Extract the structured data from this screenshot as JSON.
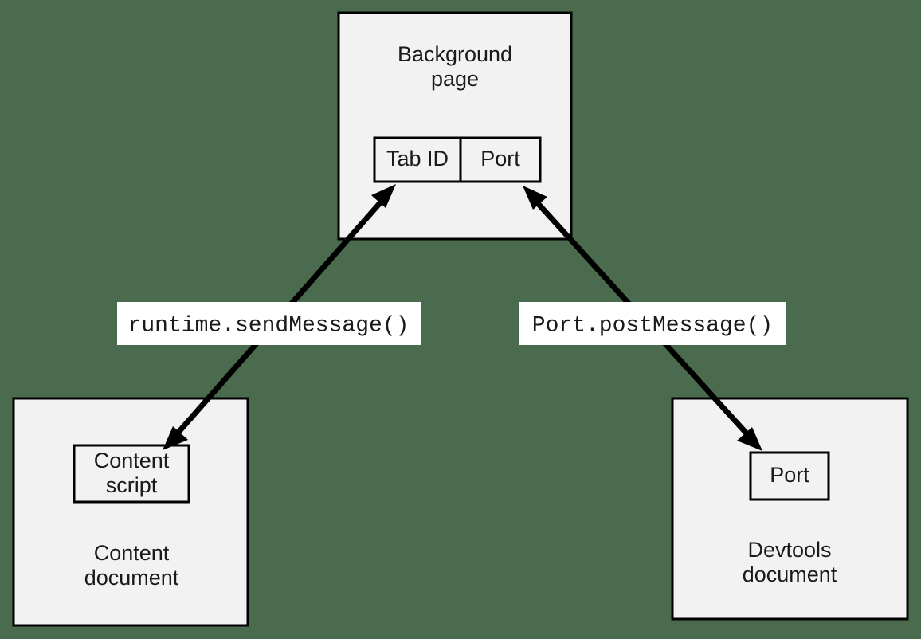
{
  "diagram": {
    "background_color": "#4a6b4d",
    "box_fill_color": "#f2f2f2",
    "label_fill_color": "#ffffff",
    "stroke_color": "#000000",
    "nodes": {
      "background_page": {
        "title_line1": "Background",
        "title_line2": "page",
        "table": {
          "cells": [
            "Tab ID",
            "Port"
          ]
        }
      },
      "content_document": {
        "inner_line1": "Content",
        "inner_line2": "script",
        "caption_line1": "Content",
        "caption_line2": "document"
      },
      "devtools_document": {
        "inner_line1": "Port",
        "caption_line1": "Devtools",
        "caption_line2": "document"
      }
    },
    "edges": [
      {
        "name": "content-to-background",
        "label": "runtime.sendMessage()",
        "direction": "bidirectional"
      },
      {
        "name": "devtools-to-background",
        "label": "Port.postMessage()",
        "direction": "bidirectional"
      }
    ]
  }
}
